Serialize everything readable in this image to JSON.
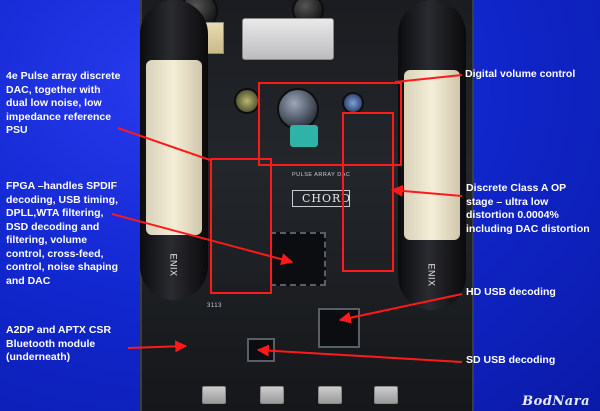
{
  "labels": {
    "pulse_array": "4e Pulse array discrete DAC, together with dual low noise, low impedance reference PSU",
    "volume_control": "Digital volume control",
    "fpga": "FPGA –handles SPDIF decoding, USB timing, DPLL,WTA filtering, DSD decoding and filtering, volume control, cross-feed, control, noise shaping and DAC",
    "class_a": "Discrete Class A OP stage – ultra low distortion 0.0004% including DAC distortion",
    "hd_usb": "HD USB decoding",
    "bluetooth": "A2DP and APTX CSR Bluetooth module (underneath)",
    "sd_usb": "SD USB decoding"
  },
  "board_text": {
    "brand": "CHORD",
    "main_chip": "",
    "serial": "3113",
    "battery_left": "ENIX",
    "battery_right": "ENIX",
    "logo_line": "PULSE ARRAY DAC"
  },
  "watermark": "BodNara",
  "colors": {
    "background": "#1228d0",
    "annotation": "#ff1a1a",
    "text": "#ffffff"
  }
}
